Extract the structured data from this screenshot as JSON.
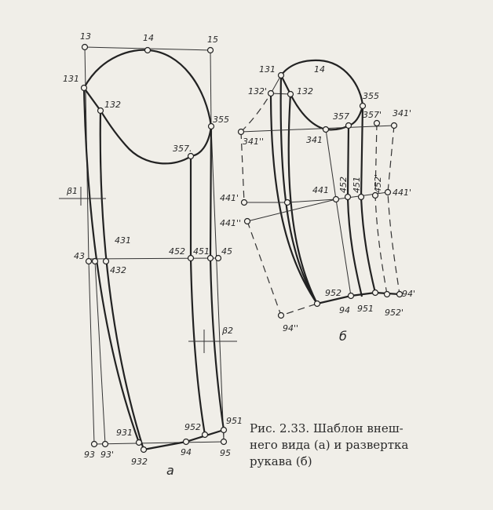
{
  "figure_a": {
    "panel_label": "а",
    "points": [
      "13",
      "14",
      "15",
      "131",
      "132",
      "355",
      "357.",
      "43",
      "431",
      "432",
      "452",
      "451",
      "45",
      "93",
      "93'",
      "931",
      "932",
      "94",
      "95",
      "952",
      "951",
      "441'",
      "441''"
    ],
    "angles": [
      "β1",
      "β2"
    ]
  },
  "figure_b": {
    "panel_label": "б",
    "points": [
      "131",
      "14",
      "132'",
      "132",
      "355",
      "357",
      "357'",
      "341'",
      "341''",
      "341",
      "441",
      "452",
      "451",
      "452'",
      "441'",
      "952",
      "94''",
      "94",
      "951",
      "952'",
      "94'"
    ]
  },
  "caption": "Рис. 2.33. Шаблон внеш-\nнего вида (а) и развертка\nрукава (б)",
  "colors": {
    "paper": "#f0eee8",
    "ink": "#222222"
  }
}
